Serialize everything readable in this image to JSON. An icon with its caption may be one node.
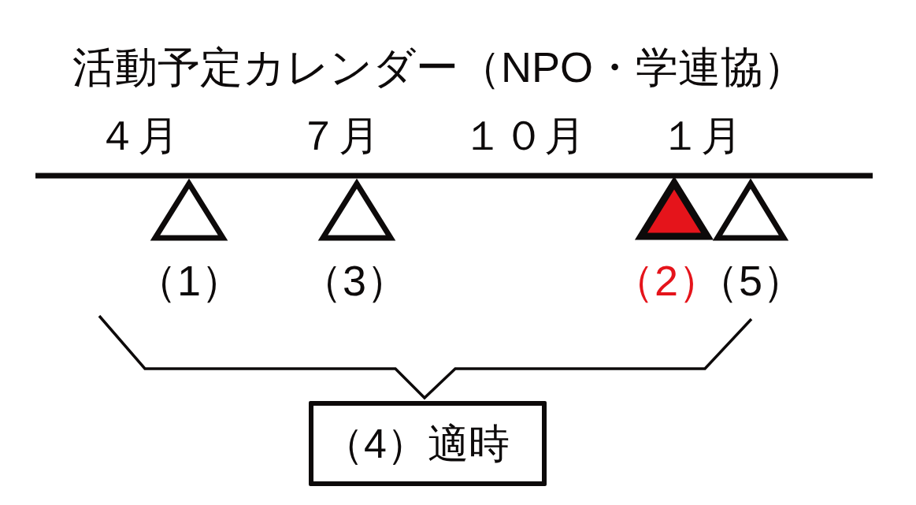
{
  "diagram": {
    "title": "活動予定カレンダー（NPO・学連協）",
    "nodes": [
      {
        "text": [],
        "shape": "triangle",
        "beside": [
          "（1）"
        ]
      },
      {
        "text": [],
        "shape": "triangle",
        "beside": [
          "（3）"
        ]
      },
      {
        "text": [],
        "shape": "triangle",
        "beside": [
          "（2）"
        ]
      },
      {
        "text": [],
        "shape": "triangle",
        "beside": [
          "（5）"
        ]
      },
      {
        "text": [
          "（4）適時"
        ]
      }
    ],
    "labels": [
      "４月",
      "７月",
      "１０月",
      "１月"
    ]
  }
}
